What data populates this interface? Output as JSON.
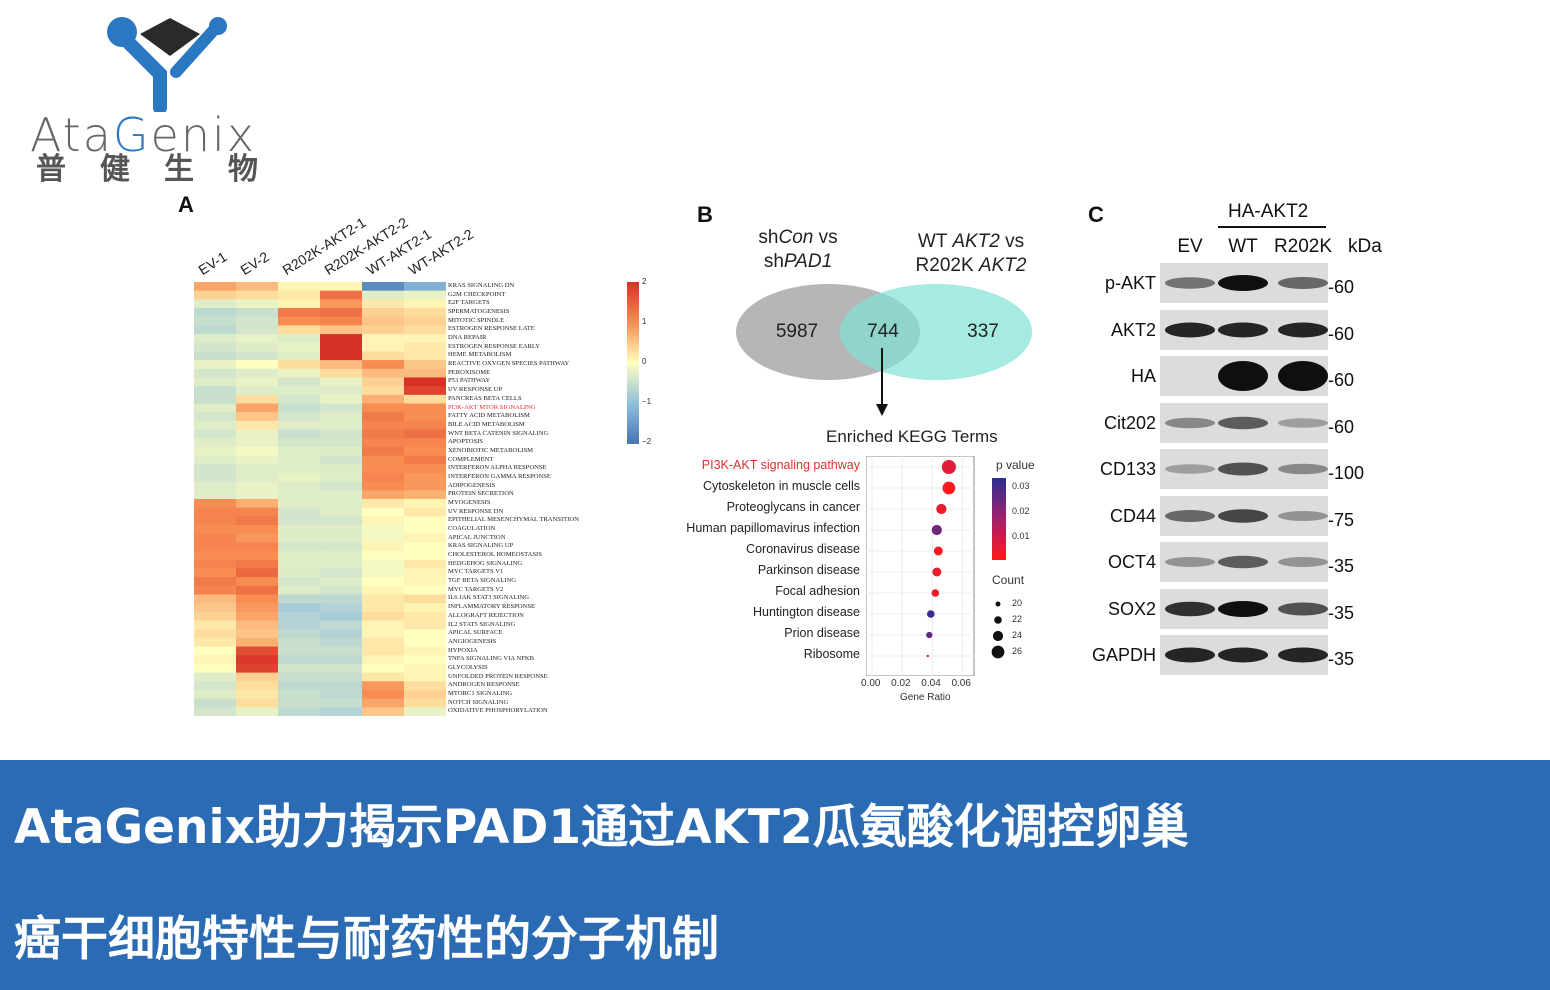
{
  "logo": {
    "brand_a": "Ata",
    "brand_g": "G",
    "brand_b": "enix",
    "brand_cn": "普健生物"
  },
  "panels": {
    "a": "A",
    "b": "B",
    "c": "C"
  },
  "heatmap": {
    "columns": [
      "EV-1",
      "EV-2",
      "R202K-AKT2-1",
      "R202K-AKT2-2",
      "WT-AKT2-1",
      "WT-AKT2-2"
    ],
    "rows": [
      "KRAS SIGNALING DN",
      "G2M CHECKPOINT",
      "E2F TARGETS",
      "SPERMATOGENESIS",
      "MITOTIC SPINDLE",
      "ESTROGEN RESPONSE LATE",
      "DNA REPAIR",
      "ESTROGEN RESPONSE EARLY",
      "HEME METABOLISM",
      "REACTIVE OXYGEN SPECIES PATHWAY",
      "PEROXISOME",
      "P53 PATHWAY",
      "UV RESPONSE UP",
      "PANCREAS BETA CELLS",
      "PI3K-AKT MTOR SIGNALING",
      "FATTY ACID METABOLISM",
      "BILE ACID METABOLISM",
      "WNT BETA CATENIN SIGNALING",
      "APOPTOSIS",
      "XENOBIOTIC METABOLISM",
      "COMPLEMENT",
      "INTERFERON ALPHA RESPONSE",
      "INTERFERON GAMMA RESPONSE",
      "ADIPOGENESIS",
      "PROTEIN SECRETION",
      "MYOGENESIS",
      "UV RESPONSE DN",
      "EPITHELIAL MESENCHYMAL TRANSITION",
      "COAGULATION",
      "APICAL JUNCTION",
      "KRAS SIGNALING UP",
      "CHOLESTEROL HOMEOSTASIS",
      "HEDGEHOG SIGNALING",
      "MYC TARGETS V1",
      "TGF BETA SIGNALING",
      "MYC TARGETS V2",
      "IL6 JAK STAT3 SIGNALING",
      "INFLAMMATORY RESPONSE",
      "ALLOGRAFT REJECTION",
      "IL2 STAT5 SIGNALING",
      "APICAL SURFACE",
      "ANGIOGENESIS",
      "HYPOXIA",
      "TNFA SIGNALING VIA NFKB",
      "GLYCOLYSIS",
      "UNFOLDED PROTEIN RESPONSE",
      "ANDROGEN RESPONSE",
      "MTORC1 SIGNALING",
      "NOTCH SIGNALING",
      "OXIDATIVE PHOSPHORYLATION"
    ],
    "highlight_row": "PI3K-AKT MTOR SIGNALING",
    "legend_ticks": [
      "2",
      "1",
      "0",
      "−1",
      "−2"
    ],
    "values": [
      [
        0.8,
        0.6,
        0.1,
        0.1,
        -1.7,
        -1.2
      ],
      [
        0.4,
        0.3,
        0.2,
        1.3,
        -0.3,
        -0.2
      ],
      [
        -0.3,
        -0.2,
        0.1,
        0.9,
        0.2,
        0.1
      ],
      [
        -0.6,
        -0.5,
        1.2,
        1.3,
        0.4,
        0.3
      ],
      [
        -0.5,
        -0.4,
        1.0,
        1.1,
        0.5,
        0.4
      ],
      [
        -0.6,
        -0.4,
        0.3,
        0.5,
        0.4,
        0.3
      ],
      [
        -0.3,
        -0.2,
        -0.3,
        2.0,
        0.1,
        0.1
      ],
      [
        -0.4,
        -0.3,
        -0.2,
        2.0,
        0.1,
        0.2
      ],
      [
        -0.5,
        -0.4,
        -0.3,
        2.0,
        0.3,
        0.2
      ],
      [
        -0.2,
        0.0,
        0.3,
        0.6,
        1.0,
        0.5
      ],
      [
        -0.4,
        -0.3,
        -0.2,
        0.3,
        0.6,
        0.6
      ],
      [
        -0.3,
        -0.2,
        -0.4,
        -0.2,
        0.4,
        2.0
      ],
      [
        -0.5,
        -0.3,
        -0.3,
        -0.3,
        0.3,
        1.8
      ],
      [
        -0.5,
        0.3,
        -0.4,
        -0.2,
        0.7,
        0.3
      ],
      [
        -0.3,
        0.8,
        -0.5,
        -0.4,
        1.0,
        1.0
      ],
      [
        -0.4,
        0.5,
        -0.4,
        -0.3,
        1.2,
        1.0
      ],
      [
        -0.3,
        0.2,
        -0.3,
        -0.3,
        1.1,
        1.1
      ],
      [
        -0.4,
        -0.2,
        -0.5,
        -0.4,
        1.2,
        1.3
      ],
      [
        -0.3,
        -0.2,
        -0.4,
        -0.4,
        1.1,
        1.1
      ],
      [
        -0.2,
        -0.1,
        -0.3,
        -0.3,
        1.2,
        1.0
      ],
      [
        -0.3,
        -0.2,
        -0.3,
        -0.4,
        1.0,
        1.2
      ],
      [
        -0.4,
        -0.3,
        -0.3,
        -0.3,
        1.0,
        1.0
      ],
      [
        -0.4,
        -0.3,
        -0.2,
        -0.3,
        1.1,
        0.9
      ],
      [
        -0.3,
        -0.2,
        -0.3,
        -0.4,
        1.0,
        0.9
      ],
      [
        -0.3,
        -0.2,
        -0.3,
        -0.3,
        0.8,
        0.7
      ],
      [
        1.0,
        0.7,
        -0.3,
        -0.3,
        0.2,
        0.1
      ],
      [
        1.1,
        1.1,
        -0.4,
        -0.3,
        0.0,
        0.2
      ],
      [
        1.1,
        1.2,
        -0.4,
        -0.4,
        0.1,
        0.0
      ],
      [
        1.0,
        1.0,
        -0.3,
        -0.3,
        -0.1,
        0.0
      ],
      [
        1.1,
        0.9,
        -0.3,
        -0.3,
        -0.1,
        0.1
      ],
      [
        1.1,
        1.1,
        -0.4,
        -0.4,
        0.1,
        0.0
      ],
      [
        1.0,
        1.0,
        -0.3,
        -0.3,
        0.0,
        0.0
      ],
      [
        1.1,
        1.2,
        -0.3,
        -0.3,
        -0.1,
        0.2
      ],
      [
        1.0,
        1.4,
        -0.3,
        -0.4,
        -0.1,
        0.1
      ],
      [
        1.2,
        1.0,
        -0.4,
        -0.3,
        0.0,
        0.1
      ],
      [
        1.1,
        1.3,
        -0.3,
        -0.4,
        0.1,
        0.0
      ],
      [
        0.6,
        1.0,
        -0.6,
        -0.6,
        0.2,
        0.3
      ],
      [
        0.5,
        0.9,
        -0.8,
        -0.7,
        0.2,
        0.1
      ],
      [
        0.4,
        0.8,
        -0.7,
        -0.8,
        0.3,
        0.2
      ],
      [
        0.2,
        0.6,
        -0.7,
        -0.6,
        0.1,
        0.2
      ],
      [
        0.3,
        0.5,
        -0.6,
        -0.7,
        0.1,
        0.0
      ],
      [
        0.2,
        0.7,
        -0.5,
        -0.6,
        0.2,
        0.0
      ],
      [
        0.0,
        1.7,
        -0.5,
        -0.5,
        0.2,
        0.1
      ],
      [
        0.1,
        1.9,
        -0.6,
        -0.6,
        0.1,
        0.0
      ],
      [
        0.0,
        1.8,
        -0.4,
        -0.4,
        0.0,
        0.1
      ],
      [
        -0.3,
        0.4,
        -0.5,
        -0.5,
        0.2,
        0.1
      ],
      [
        -0.4,
        0.3,
        -0.6,
        -0.6,
        0.9,
        0.3
      ],
      [
        -0.3,
        0.2,
        -0.5,
        -0.6,
        1.0,
        0.4
      ],
      [
        -0.5,
        0.3,
        -0.5,
        -0.5,
        0.8,
        0.3
      ],
      [
        -0.4,
        -0.2,
        -0.6,
        -0.7,
        0.5,
        -0.2
      ]
    ]
  },
  "venn": {
    "left_title_1": "shCon vs",
    "left_title_2": "shPAD1",
    "right_title_1": "WT AKT2 vs",
    "right_title_2": "R202K AKT2",
    "left_only": "5987",
    "overlap": "744",
    "right_only": "337"
  },
  "kegg": {
    "title": "Enriched KEGG Terms",
    "xlabel": "Gene Ratio",
    "xticks": [
      "0.00",
      "0.02",
      "0.04",
      "0.06"
    ],
    "pvalue_label": "p value",
    "pvalue_ticks": [
      "0.03",
      "0.02",
      "0.01"
    ],
    "count_label": "Count",
    "count_ticks": [
      "20",
      "22",
      "24",
      "26"
    ],
    "terms": [
      "PI3K-AKT signaling pathway",
      "Cytoskeleton in muscle cells",
      "Proteoglycans in cancer",
      "Human papillomavirus infection",
      "Coronavirus disease",
      "Parkinson disease",
      "Focal adhesion",
      "Huntington disease",
      "Prion disease",
      "Ribosome"
    ]
  },
  "chart_data": {
    "type": "scatter",
    "title": "Enriched KEGG Terms",
    "xlabel": "Gene Ratio",
    "ylabel": "",
    "xlim": [
      0.0,
      0.065
    ],
    "categories": [
      "PI3K-AKT signaling pathway",
      "Cytoskeleton in muscle cells",
      "Proteoglycans in cancer",
      "Human papillomavirus infection",
      "Coronavirus disease",
      "Parkinson disease",
      "Focal adhesion",
      "Huntington disease",
      "Prion disease",
      "Ribosome"
    ],
    "gene_ratio": [
      0.051,
      0.051,
      0.046,
      0.043,
      0.044,
      0.043,
      0.042,
      0.039,
      0.038,
      0.037
    ],
    "count": [
      27,
      26,
      24,
      24,
      23,
      23,
      22,
      22,
      21,
      18
    ],
    "p_value": [
      0.008,
      0.004,
      0.006,
      0.024,
      0.005,
      0.007,
      0.006,
      0.032,
      0.026,
      0.006
    ],
    "highlight": "PI3K-AKT signaling pathway"
  },
  "western": {
    "group": "HA-AKT2",
    "lanes": [
      "EV",
      "WT",
      "R202K"
    ],
    "kda_label": "kDa",
    "rows": [
      {
        "name": "p-AKT",
        "kda": "60",
        "intensity": [
          0.55,
          1.0,
          0.6
        ]
      },
      {
        "name": "AKT2",
        "kda": "60",
        "intensity": [
          0.9,
          0.9,
          0.9
        ]
      },
      {
        "name": "HA",
        "kda": "60",
        "intensity": [
          0.0,
          1.0,
          1.0
        ]
      },
      {
        "name": "Cit202",
        "kda": "60",
        "intensity": [
          0.45,
          0.65,
          0.35
        ]
      },
      {
        "name": "CD133",
        "kda": "100",
        "intensity": [
          0.35,
          0.7,
          0.45
        ]
      },
      {
        "name": "CD44",
        "kda": "75",
        "intensity": [
          0.6,
          0.75,
          0.4
        ]
      },
      {
        "name": "OCT4",
        "kda": "35",
        "intensity": [
          0.4,
          0.65,
          0.4
        ]
      },
      {
        "name": "SOX2",
        "kda": "35",
        "intensity": [
          0.85,
          1.0,
          0.7
        ]
      },
      {
        "name": "GAPDH",
        "kda": "35",
        "intensity": [
          0.9,
          0.9,
          0.9
        ]
      }
    ]
  },
  "banner": {
    "line1": "AtaGenix助力揭示PAD1通过AKT2瓜氨酸化调控卵巢",
    "line2": "癌干细胞特性与耐药性的分子机制"
  },
  "colors": {
    "banner": "#2a6bb3",
    "accent_red": "#e03030",
    "venn_left": "#a9a9a9",
    "venn_right": "#7fe3d6"
  }
}
